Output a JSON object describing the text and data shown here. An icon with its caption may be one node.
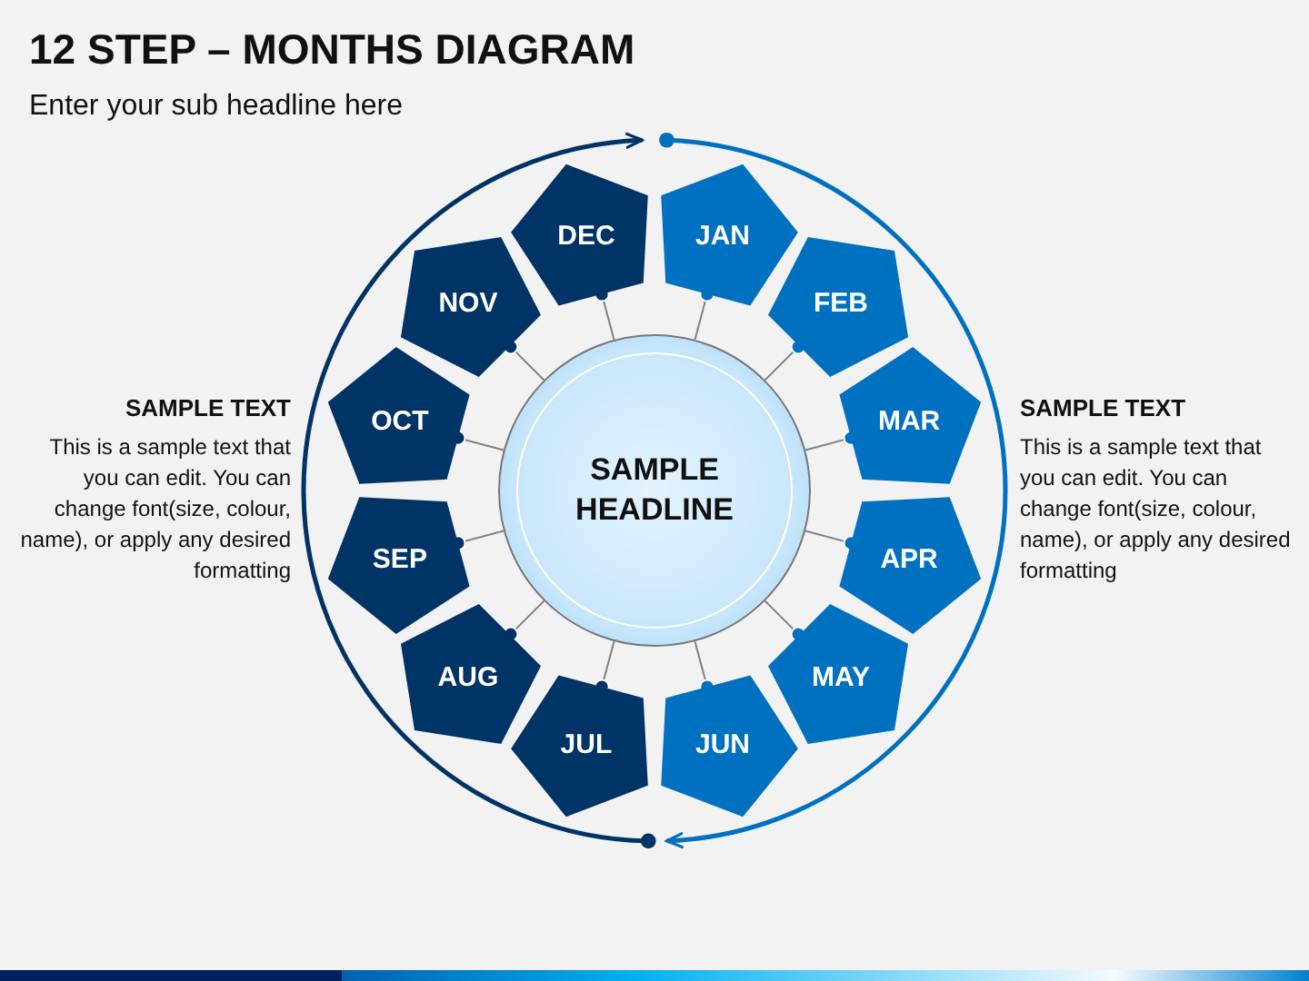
{
  "diagram": {
    "title": "12 STEP – MONTHS DIAGRAM",
    "nodes": [
      {
        "text": [
          "SAMPLE HEADLINE"
        ]
      },
      {
        "text": [
          "JAN"
        ]
      },
      {
        "text": [
          "FEB"
        ]
      },
      {
        "text": [
          "MAR"
        ]
      },
      {
        "text": [
          "APR"
        ]
      },
      {
        "text": [
          "MAY"
        ]
      },
      {
        "text": [
          "JUN"
        ]
      },
      {
        "text": [
          "JUL"
        ]
      },
      {
        "text": [
          "AUG"
        ]
      },
      {
        "text": [
          "SEP"
        ]
      },
      {
        "text": [
          "OCT"
        ]
      },
      {
        "text": [
          "NOV"
        ]
      },
      {
        "text": [
          "DEC"
        ]
      }
    ],
    "edges": [
      {
        "from": 0,
        "to": 1,
        "arrow": "other"
      },
      {
        "from": 0,
        "to": 2,
        "arrow": "other"
      },
      {
        "from": 0,
        "to": 3,
        "arrow": "other"
      },
      {
        "from": 0,
        "to": 4,
        "arrow": "other"
      },
      {
        "from": 0,
        "to": 5,
        "arrow": "other"
      },
      {
        "from": 0,
        "to": 6,
        "arrow": "other"
      },
      {
        "from": 0,
        "to": 7,
        "arrow": "other"
      },
      {
        "from": 0,
        "to": 8,
        "arrow": "other"
      },
      {
        "from": 0,
        "to": 9,
        "arrow": "other"
      },
      {
        "from": 0,
        "to": 10,
        "arrow": "other"
      },
      {
        "from": 0,
        "to": 11,
        "arrow": "other"
      },
      {
        "from": 0,
        "to": 12,
        "arrow": "other"
      }
    ],
    "labels": [
      "Enter your sub headline here",
      "SAMPLE TEXT",
      "This is a sample text that you can edit. You can change font(size, colour, name), or apply any desired formatting",
      "SAMPLE TEXT",
      "This is a sample text that you can edit. You can change font(size, colour, name), or apply any desired formatting"
    ]
  }
}
